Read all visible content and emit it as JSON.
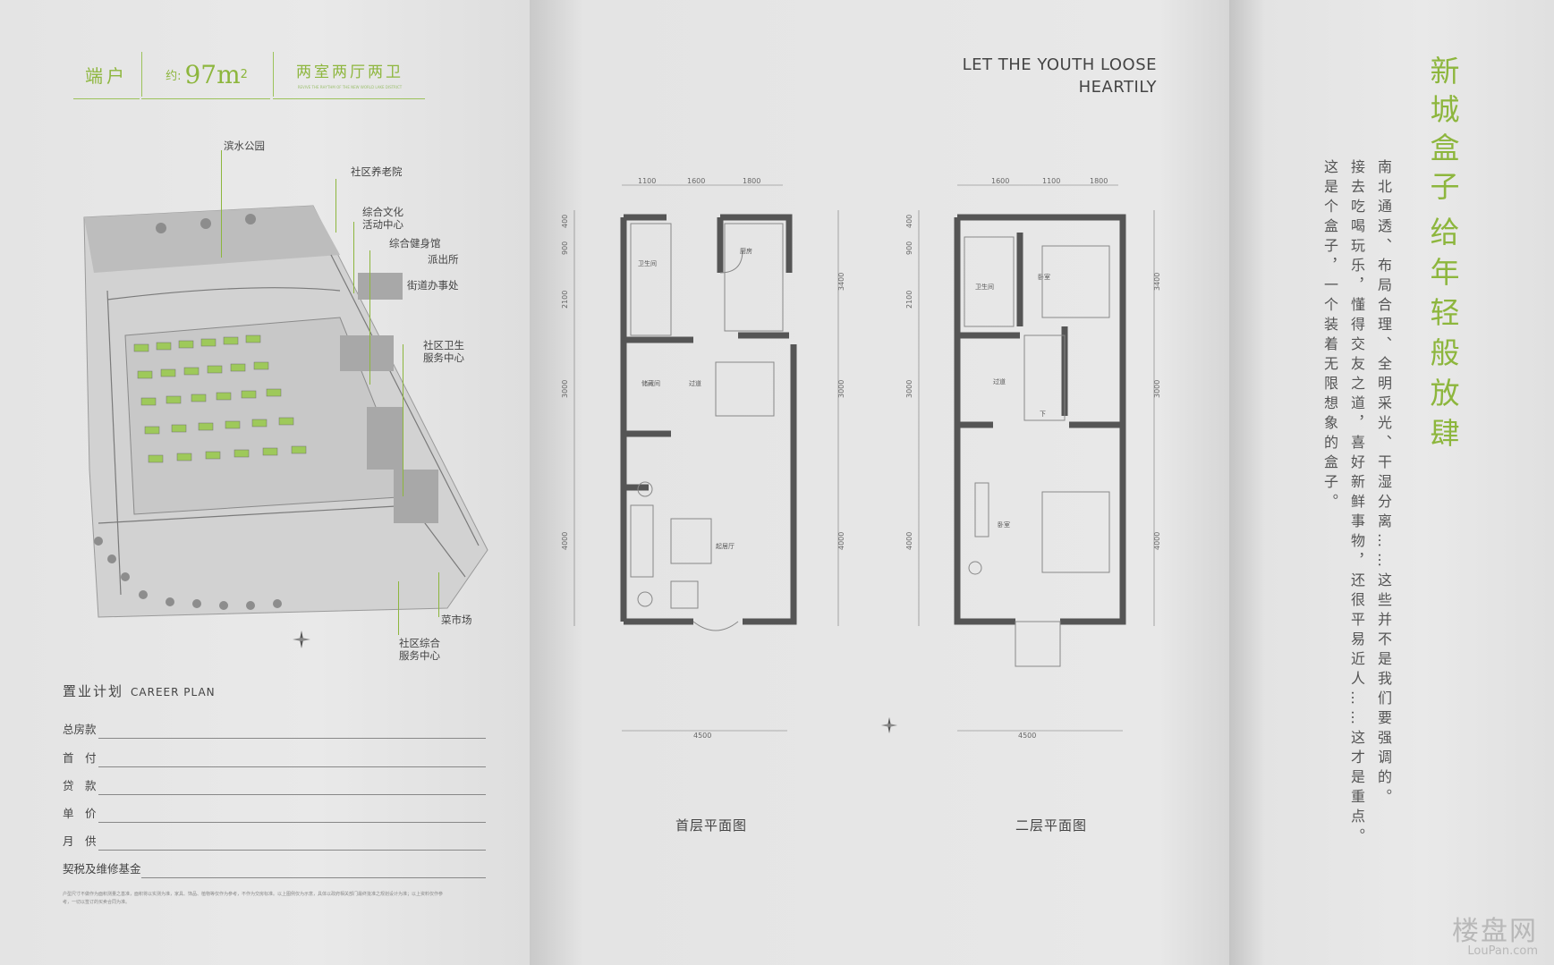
{
  "header": {
    "unit_type": "端户",
    "area_prefix": "约:",
    "area_value": "97m",
    "area_sup": "2",
    "layout": "两室两厅两卫",
    "layout_sub": "REVIVE THE RHYTHM OF THE NEW WORLD LAKE DISTRICT"
  },
  "siteplan": {
    "callouts": [
      "滨水公园",
      "社区养老院",
      "综合文化\n活动中心",
      "综合健身馆",
      "派出所",
      "街道办事处",
      "社区卫生\n服务中心",
      "菜市场",
      "社区综合\n服务中心"
    ]
  },
  "career": {
    "title": "置业计划",
    "title_en": "CAREER PLAN",
    "rows": [
      "总房款",
      "首　付",
      "贷　款",
      "单　价",
      "月　供",
      "契税及维修基金"
    ]
  },
  "disclaimer": "户型尺寸不做作为面积测量之基准，面积将以实测为准，家具、饰品、植物等仅作为参考，不作为交房标准。以上图例仅为示意，具体以政府相关部门最终批准之规划设计为准；以上资料仅作参考，一切以签订的买卖合同为准。",
  "slogan": {
    "line1": "LET THE YOUTH LOOSE",
    "line2": "HEARTILY"
  },
  "plans": {
    "ground": {
      "caption": "首层平面图",
      "top_dims": [
        "1100",
        "1600",
        "1800"
      ],
      "bottom_dim": "4500",
      "left_dims": [
        "400",
        "900",
        "2100",
        "3000",
        "4000"
      ],
      "right_dims": [
        "3400",
        "3000",
        "4000"
      ],
      "rooms": [
        "卫生间",
        "厨房",
        "储藏间",
        "过道",
        "起居厅"
      ]
    },
    "upper": {
      "caption": "二层平面图",
      "top_dims": [
        "1600",
        "1100",
        "1800"
      ],
      "bottom_dim": "4500",
      "left_dims": [
        "400",
        "900",
        "2100",
        "3000",
        "4000"
      ],
      "right_dims": [
        "3400",
        "3000",
        "4000"
      ],
      "rooms": [
        "卫生间",
        "卧室",
        "过道",
        "下",
        "卧室"
      ]
    }
  },
  "right_column": {
    "title1": "新城盒子",
    "title2": "给年轻般放肆",
    "body1": "南北通透、布局合理、全明采光、干湿分离……这些并不是我们要强调的。",
    "body2": "接去吃喝玩乐，懂得交友之道，喜好新鲜事物，还很平易近人……这才是重点。",
    "body3": "这是个盒子，一个装着无限想象的盒子。"
  },
  "watermark": {
    "text": "楼盘网",
    "url": "LouPan.com"
  }
}
